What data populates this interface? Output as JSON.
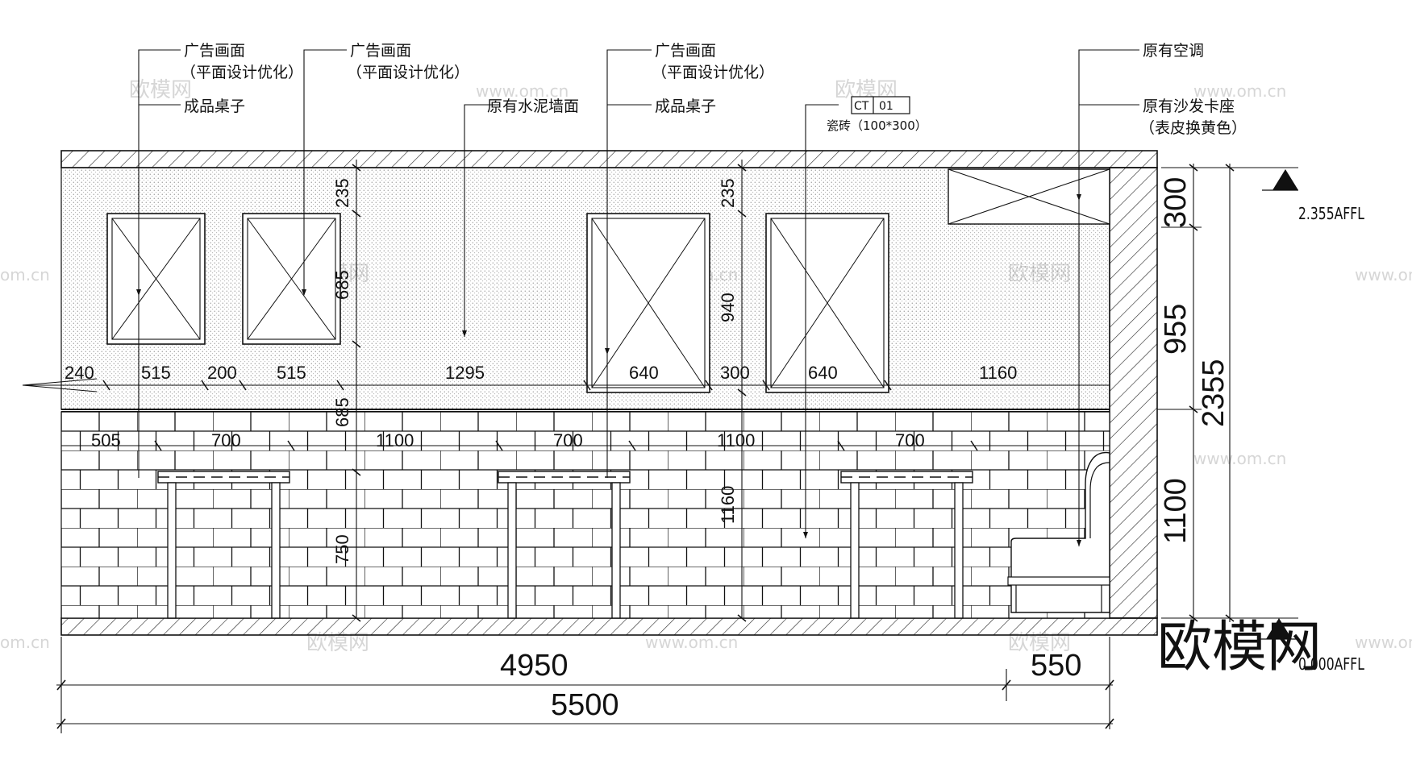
{
  "callouts": {
    "ad1_line1": "广告画面",
    "ad1_line2": "（平面设计优化）",
    "table1": "成品桌子",
    "ad2_line1": "广告画面",
    "ad2_line2": "（平面设计优化）",
    "cement_wall": "原有水泥墙面",
    "ad3_line1": "广告画面",
    "ad3_line2": "（平面设计优化）",
    "table2": "成品桌子",
    "ac": "原有空调",
    "sofa_line1": "原有沙发卡座",
    "sofa_line2": "（表皮换黄色）",
    "tile_code_a": "CT",
    "tile_code_b": "01",
    "tile_spec": "瓷砖（100*300）"
  },
  "horizontal_dims": {
    "d240": "240",
    "d515a": "515",
    "d200": "200",
    "d515b": "515",
    "d1295": "1295",
    "d640a": "640",
    "d300": "300",
    "d640b": "640",
    "d1160": "1160",
    "d505": "505",
    "d700a": "700",
    "d1100a": "1100",
    "d700b": "700",
    "d1100b": "1100",
    "d700c": "700"
  },
  "vertical_dims": {
    "v235a": "235",
    "v685a": "685",
    "v685b": "685",
    "v750": "750",
    "v235b": "235",
    "v940": "940",
    "v1160": "1160"
  },
  "right_dims": {
    "r300": "300",
    "r955": "955",
    "r1100": "1100",
    "r2355": "2355"
  },
  "bottom_dims": {
    "b4950": "4950",
    "b550": "550",
    "b5500": "5500"
  },
  "levels": {
    "top": "2.355AFFL",
    "bottom": "0.000AFFL"
  },
  "watermarks": {
    "logo": "欧模网",
    "url": "www.om.cn",
    "url_short": "om.cn"
  }
}
